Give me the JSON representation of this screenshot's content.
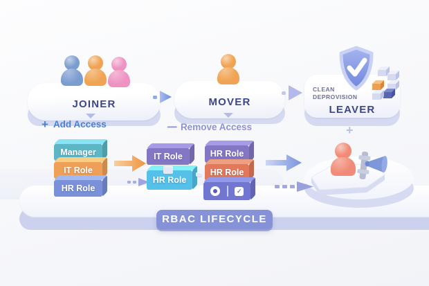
{
  "diagram_title": "RBAC LIFECYCLE",
  "stages": {
    "joiner": {
      "label": "JOINER"
    },
    "mover": {
      "label": "MOVER"
    },
    "leaver": {
      "label": "LEAVER",
      "note_line1": "CLEAN",
      "note_line2": "DEPROVISION",
      "plus_symbol": "+"
    }
  },
  "actions": {
    "add": {
      "symbol": "+",
      "label": "Add Access"
    },
    "remove": {
      "symbol": "−",
      "label": "Remove Access"
    }
  },
  "stacks": {
    "joiner_roles": [
      {
        "label": "Manager",
        "color": "teal"
      },
      {
        "label": "IT Role",
        "color": "orange"
      },
      {
        "label": "HR Role",
        "color": "periwinkle"
      }
    ],
    "mover_before": [
      {
        "label": "IT Role",
        "color": "purple"
      },
      {
        "label": "HR Role",
        "color": "cyan"
      }
    ],
    "mover_after": [
      {
        "label": "HR Role",
        "color": "purple"
      },
      {
        "label": "HR Role",
        "color": "coral"
      }
    ]
  },
  "glyphs": {
    "check": "✓"
  },
  "icons": [
    "person-icon",
    "shield-check-icon",
    "cubes-icon",
    "megaphone-icon",
    "record-icon",
    "checkbox-icon",
    "arrow-right-icon",
    "chevron-down-icon",
    "plus-icon",
    "minus-icon"
  ],
  "colors": {
    "teal": "#5cb6c6",
    "orange": "#eea058",
    "periwinkle": "#7a90d8",
    "purple": "#8377c4",
    "cyan": "#55c1e9",
    "coral": "#e2795a",
    "audit": "#7176d0",
    "banner": "#8692d8",
    "stage_text": "#3c4688",
    "add_accent": "#4a80d6",
    "remove_accent": "#8e92d8",
    "person_blue": "#7b9ccf",
    "person_orange": "#f0a352",
    "person_pink": "#ee92c2",
    "person_coral": "#f18a76",
    "note_text": "#6b7198",
    "plus_muted": "#b9c0ea"
  }
}
